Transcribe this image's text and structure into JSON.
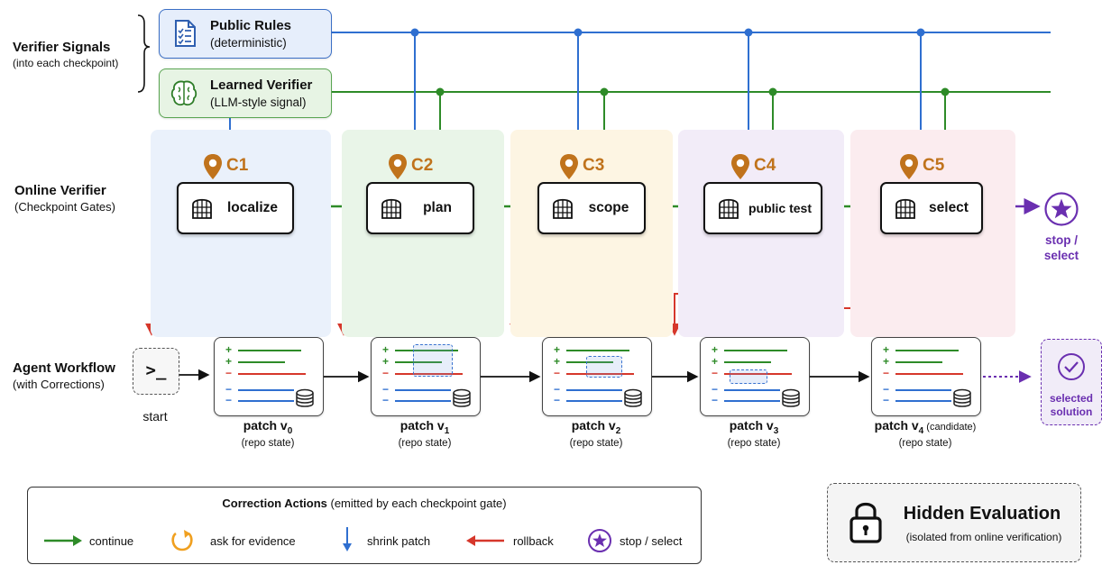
{
  "rows": {
    "signals": {
      "title": "Verifier Signals",
      "subtitle": "(into each checkpoint)"
    },
    "online": {
      "title": "Online Verifier",
      "subtitle": "(Checkpoint Gates)"
    },
    "agent": {
      "title": "Agent Workflow",
      "subtitle": "(with Corrections)"
    }
  },
  "signals": {
    "public": {
      "title": "Public Rules",
      "subtitle": "(deterministic)",
      "icon": "checklist-icon"
    },
    "learned": {
      "title": "Learned Verifier",
      "subtitle": "(LLM-style signal)",
      "icon": "brain-icon"
    }
  },
  "checkpoints": [
    {
      "id": "C1",
      "gate": "localize"
    },
    {
      "id": "C2",
      "gate": "plan"
    },
    {
      "id": "C3",
      "gate": "scope"
    },
    {
      "id": "C4",
      "gate": "public test"
    },
    {
      "id": "C5",
      "gate": "select"
    }
  ],
  "stop": {
    "label_line1": "stop /",
    "label_line2": "select"
  },
  "start": {
    "label": "start",
    "symbol": ">_"
  },
  "patches": [
    {
      "name": "patch v",
      "sub": "0",
      "extra": "",
      "state": "(repo state)"
    },
    {
      "name": "patch v",
      "sub": "1",
      "extra": "",
      "state": "(repo state)"
    },
    {
      "name": "patch v",
      "sub": "2",
      "extra": "",
      "state": "(repo state)"
    },
    {
      "name": "patch v",
      "sub": "3",
      "extra": "",
      "state": "(repo state)"
    },
    {
      "name": "patch v",
      "sub": "4",
      "extra": " (candidate)",
      "state": "(repo state)"
    }
  ],
  "selected": {
    "line1": "selected",
    "line2": "solution"
  },
  "legend": {
    "title": "Correction Actions",
    "title_note": " (emitted by each checkpoint gate)",
    "items": {
      "continue": "continue",
      "evidence": "ask for evidence",
      "shrink": "shrink patch",
      "rollback": "rollback",
      "stop": "stop / select"
    }
  },
  "hidden": {
    "title": "Hidden Evaluation",
    "subtitle": "(isolated from online verification)"
  },
  "colors": {
    "blue": "#2f6fd0",
    "green": "#2e8b28",
    "orange": "#f0a020",
    "red": "#d6372b",
    "purple": "#6a2fb0",
    "checkpoint": "#c0731c",
    "panel_fills": [
      "#eaf1fb",
      "#e9f5e8",
      "#fdf5e3",
      "#f2ecf8",
      "#fbecef"
    ]
  }
}
